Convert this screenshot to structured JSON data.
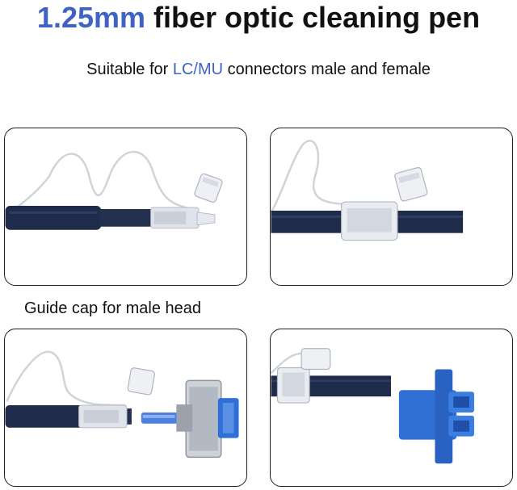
{
  "header": {
    "title_accent": "1.25mm",
    "title_rest": " fiber optic cleaning pen",
    "subtitle_prefix": "Suitable for ",
    "subtitle_accent": "LC/MU",
    "subtitle_suffix": " connectors male and female"
  },
  "caption": {
    "guide_cap": "Guide cap for male head"
  },
  "colors": {
    "accent": "#3f63c4",
    "pen_body": "#1f2b4a",
    "adapter_blue": "#2f6fd6"
  }
}
